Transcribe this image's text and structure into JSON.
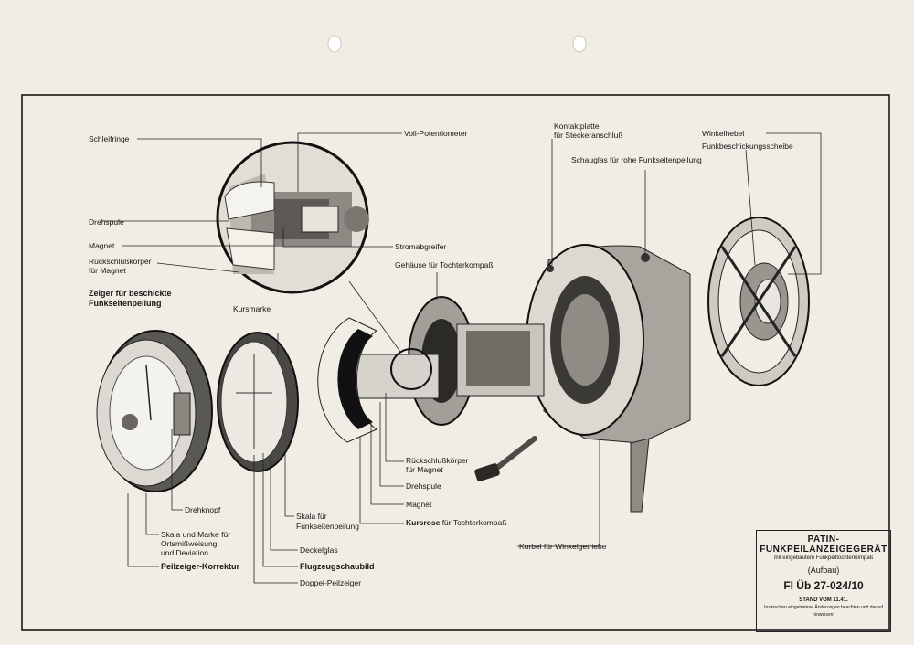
{
  "labels": {
    "schleifringe": "Schleifringe",
    "voll_potentiometer": "Voll-Potentiometer",
    "kontaktplatte_1": "Kontaktplatte",
    "kontaktplatte_2": "für Steckeranschluß",
    "winkelhebel": "Winkelhebel",
    "funkbeschickungsscheibe": "Funkbeschickungsscheibe",
    "schauglas": "Schauglas für rohe Funkseitenpeilung",
    "drehspule_top": "Drehspule",
    "magnet_top": "Magnet",
    "rueckschluss_top_1": "Rückschlußkörper",
    "rueckschluss_top_2": "für Magnet",
    "stromabgreifer": "Stromabgreifer",
    "gehaeuse": "Gehäuse für Tochterkompaß",
    "zeiger_1": "Zeiger für beschickte",
    "zeiger_2": "Funkseitenpeilung",
    "kursmarke": "Kursmarke",
    "rueckschluss_bot_1": "Rückschlußkörper",
    "rueckschluss_bot_2": "für Magnet",
    "drehspule_bot": "Drehspule",
    "magnet_bot": "Magnet",
    "kursrose_bold": "Kursrose",
    "kursrose_rest": " für Tochterkompaß",
    "kurbel": "Kurbel  für Winkelgetriebe",
    "drehknopf": "Drehknopf",
    "skala_marke_1": "Skala und Marke für",
    "skala_marke_2": "Ortsmißweisung",
    "skala_marke_3": "und Deviation",
    "peilzeiger": "Peilzeiger-Korrektur",
    "skala_funk_1": "Skala für",
    "skala_funk_2": "Funkseitenpeilung",
    "deckelglas": "Deckelglas",
    "flugzeugschaubild": "Flugzeugschaubild",
    "doppel_peilzeiger": "Doppel-Peilzeiger"
  },
  "title_block": {
    "line1": "PATIN-",
    "line2": "FUNKPEILANZEIGEGERÄT",
    "line3": "mit eingebautem Funkpeiltochterkompaß",
    "line4": "(Aufbau)",
    "number": "Fl Üb 27-024/10",
    "stand": "STAND VOM 11.41.",
    "note": "Inzwischen eingetretene Änderungen beachten und darauf hinweisen!"
  },
  "colors": {
    "paper": "#f1ede4",
    "ink": "#1a1a1a",
    "metal_light": "#d9d6cf",
    "metal_dark": "#3a3a3a"
  }
}
